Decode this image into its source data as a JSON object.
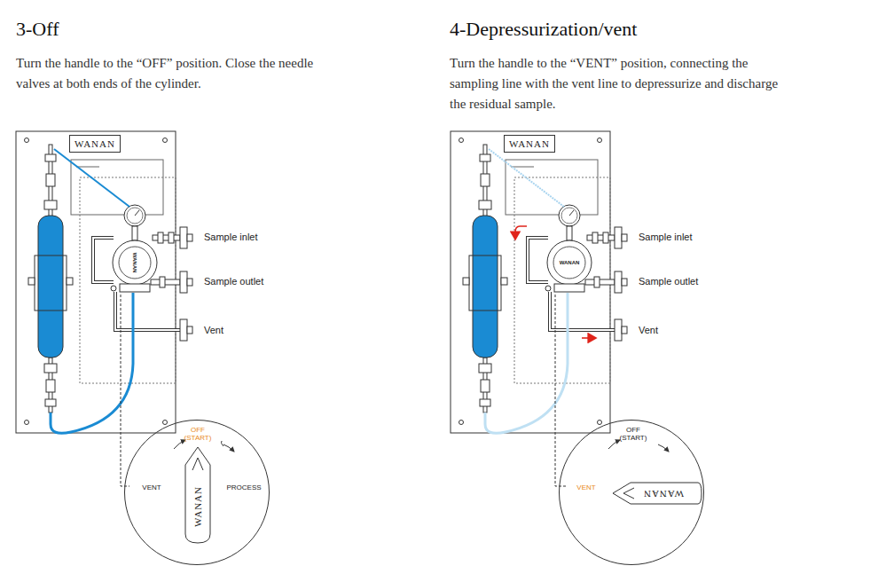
{
  "diagram": {
    "nodes": [
      {
        "text": [
          "WANAN"
        ]
      },
      {
        "text": [
          "OFF (START)",
          "VENT",
          "PROCESS"
        ]
      },
      {
        "text": [
          "WANAN"
        ],
        "in": 1
      },
      {
        "text": [
          "WANAN"
        ]
      },
      {
        "text": [
          "OFF (START)",
          "VENT"
        ]
      },
      {
        "text": [
          "WANAN"
        ],
        "in": 4
      }
    ],
    "labels": [
      "3-Off",
      "Turn the handle to the “OFF” position. Close the needle valves at both ends of the cylinder.",
      "Sample inlet",
      "Sample outlet",
      "Vent",
      "WANAN",
      "4-Depressurization/vent",
      "Turn the handle to the “VENT” position, connecting the sampling line with the vent line to depressurize and discharge the residual sample.",
      "Sample inlet",
      "Sample outlet",
      "Vent",
      "WANAN"
    ]
  }
}
